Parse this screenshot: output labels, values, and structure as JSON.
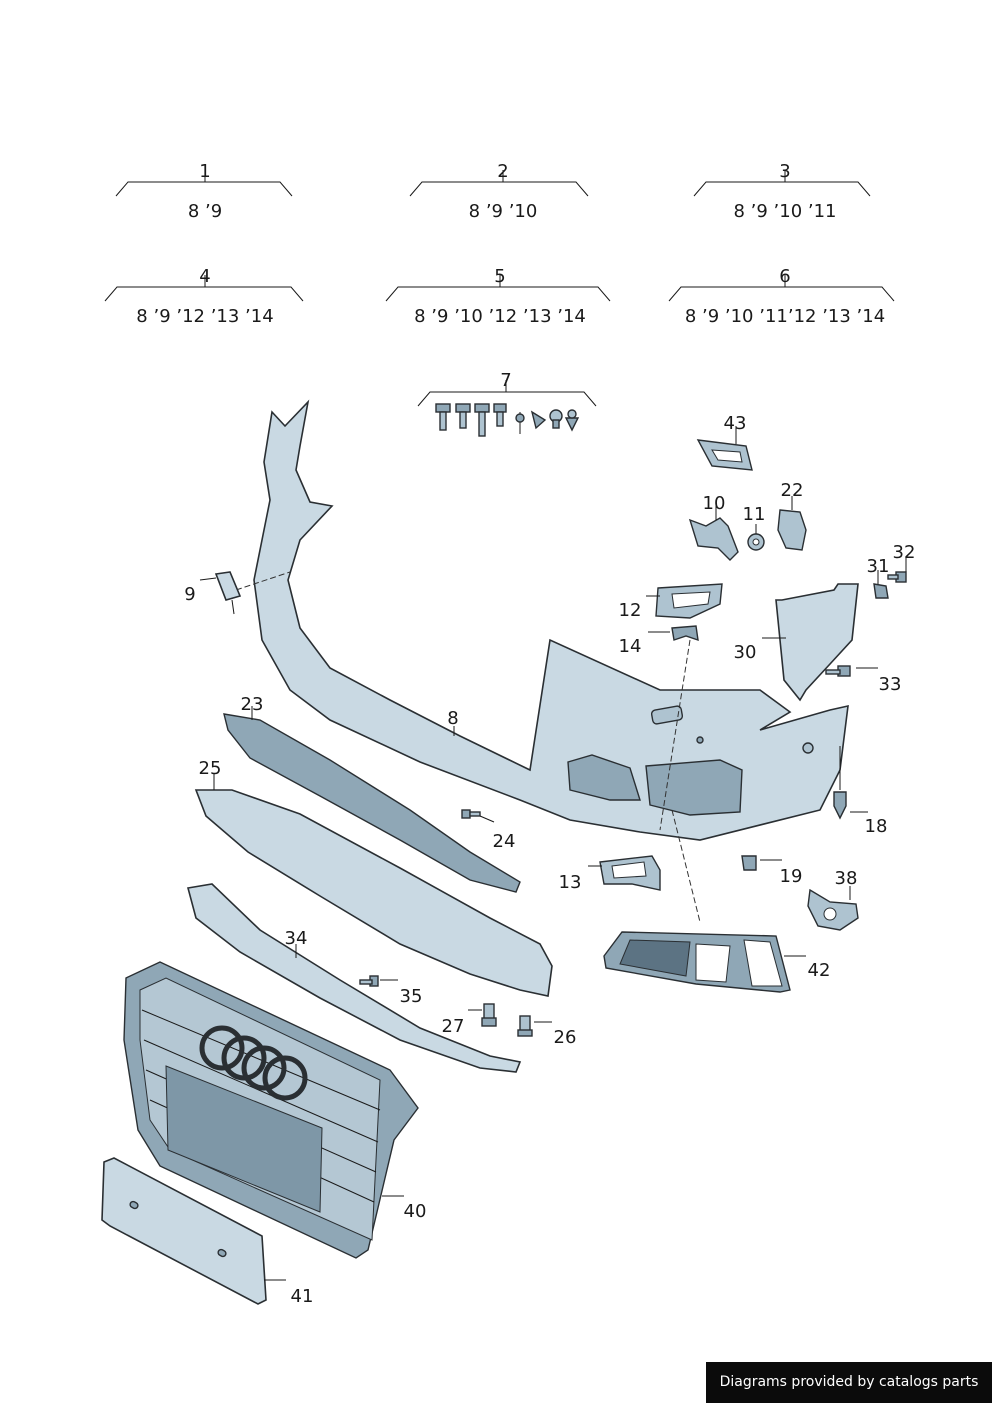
{
  "variants": [
    {
      "ref": "1",
      "years": "8 ’9"
    },
    {
      "ref": "2",
      "years": "8 ’9 ’10"
    },
    {
      "ref": "3",
      "years": "8 ’9 ’10 ’11"
    },
    {
      "ref": "4",
      "years": "8 ’9 ’12 ’13 ’14"
    },
    {
      "ref": "5",
      "years": "8 ’9 ’10 ’12 ’13 ’14"
    },
    {
      "ref": "6",
      "years": "8 ’9 ’10 ’11’12 ’13 ’14"
    }
  ],
  "callouts": {
    "c7": "7",
    "c8": "8",
    "c9": "9",
    "c10": "10",
    "c11": "11",
    "c12": "12",
    "c13": "13",
    "c14": "14",
    "c18": "18",
    "c19": "19",
    "c22": "22",
    "c23": "23",
    "c24": "24",
    "c25": "25",
    "c26": "26",
    "c27": "27",
    "c30": "30",
    "c31": "31",
    "c32": "32",
    "c33": "33",
    "c34": "34",
    "c35": "35",
    "c38": "38",
    "c40": "40",
    "c41": "41",
    "c42": "42",
    "c43": "43"
  },
  "credit": "Diagrams provided by catalogs parts"
}
